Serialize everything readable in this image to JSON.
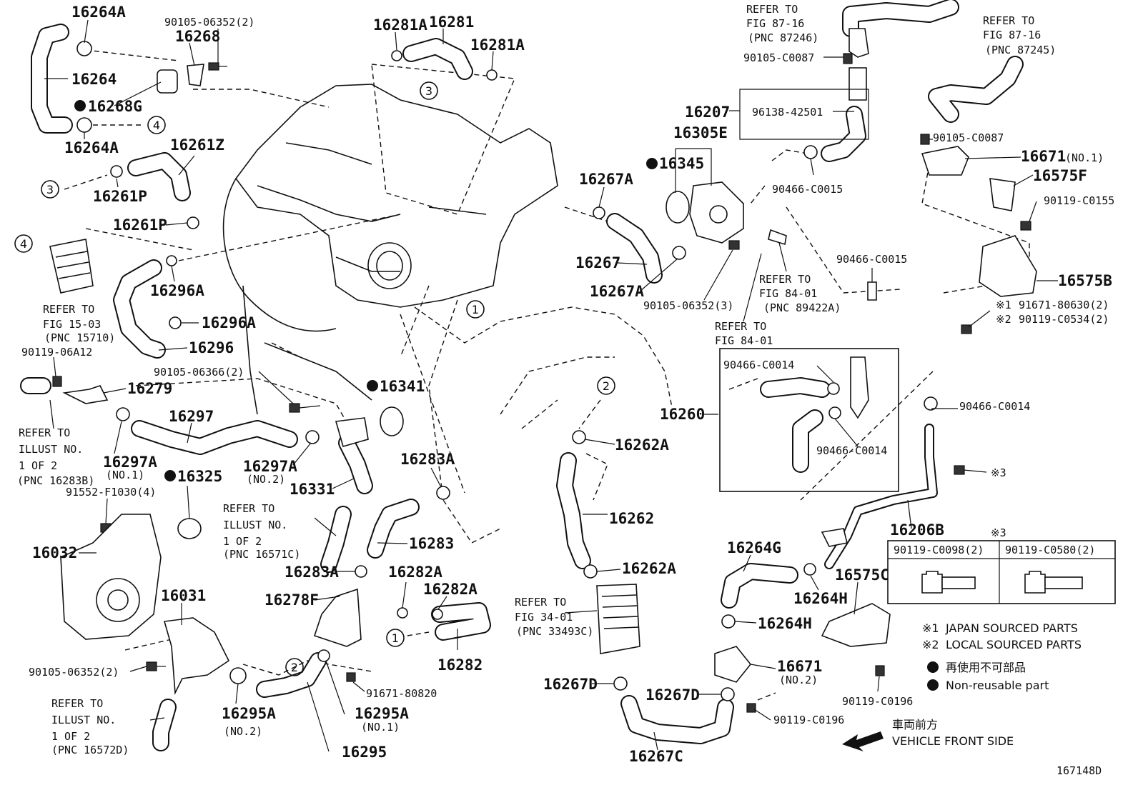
{
  "figure_code": "167148D",
  "parts": {
    "p16264A_top": "16264A",
    "p16268": "16268",
    "p90105_06352_2_top": "90105-06352(2)",
    "p16264": "16264",
    "p16268G": "16268G",
    "p16264A_bot": "16264A",
    "p16281A_l": "16281A",
    "p16281": "16281",
    "p16281A_r": "16281A",
    "p16261Z": "16261Z",
    "p16261P_a": "16261P",
    "p16261P_b": "16261P",
    "p16296A_a": "16296A",
    "p16296A_b": "16296A",
    "p16296": "16296",
    "p90119_06A12": "90119-06A12",
    "p16279": "16279",
    "p90105_06366_2": "90105-06366(2)",
    "p16341": "16341",
    "p16297": "16297",
    "p16297A_1": "16297A",
    "p16297A_1_sub": "(NO.1)",
    "p16297A_2": "16297A",
    "p16297A_2_sub": "(NO.2)",
    "p16331": "16331",
    "p16325": "16325",
    "p91552_F1030_4": "91552-F1030(4)",
    "p16032": "16032",
    "p16031": "16031",
    "p90105_06352_2_bot": "90105-06352(2)",
    "p16283A_a": "16283A",
    "p16283": "16283",
    "p16283A_b": "16283A",
    "p16282A_a": "16282A",
    "p16282A_b": "16282A",
    "p16278F": "16278F",
    "p16282": "16282",
    "p91671_80820": "91671-80820",
    "p16295A_1": "16295A",
    "p16295A_1_sub": "(NO.1)",
    "p16295A_2": "16295A",
    "p16295A_2_sub": "(NO.2)",
    "p16295": "16295",
    "p16207": "16207",
    "p96138_42501": "96138-42501",
    "p90105_C0087_top": "90105-C0087",
    "p16305E": "16305E",
    "p16345": "16345",
    "p16267A_a": "16267A",
    "p16267": "16267",
    "p16267A_b": "16267A",
    "p90105_06352_3": "90105-06352(3)",
    "p90466_C0015_a": "90466-C0015",
    "p90466_C0015_b": "90466-C0015",
    "p90105_C0087_r": "90105-C0087",
    "p16671_1": "16671",
    "p16671_1_sub": "(NO.1)",
    "p16575F": "16575F",
    "p90119_C0155": "90119-C0155",
    "p16575B": "16575B",
    "p91671_80630_2": "91671-80630(2)",
    "p90119_C0534_2": "90119-C0534(2)",
    "p90466_C0014_a": "90466-C0014",
    "p90466_C0014_b": "90466-C0014",
    "p90466_C0014_c": "90466-C0014",
    "p16260": "16260",
    "p16262A_a": "16262A",
    "p16262": "16262",
    "p16262A_b": "16262A",
    "p16206B": "16206B",
    "p16264G": "16264G",
    "p16264H_a": "16264H",
    "p16264H_b": "16264H",
    "p16575C": "16575C",
    "p16671_2": "16671",
    "p16671_2_sub": "(NO.2)",
    "p16267D_a": "16267D",
    "p16267D_b": "16267D",
    "p90119_C0196_a": "90119-C0196",
    "p90119_C0196_b": "90119-C0196",
    "p16267C": "16267C",
    "p_note3_mark": "※3"
  },
  "refs": {
    "r87_16a_l1": "REFER TO",
    "r87_16a_l2": "FIG 87-16",
    "r87_16a_l3": "(PNC 87246)",
    "r87_16b_l1": "REFER TO",
    "r87_16b_l2": "FIG 87-16",
    "r87_16b_l3": "(PNC 87245)",
    "r15_03_l1": "REFER TO",
    "r15_03_l2": "FIG 15-03",
    "r15_03_l3": "(PNC 15710)",
    "r84_01a_l1": "REFER TO",
    "r84_01a_l2": "FIG 84-01",
    "r84_01a_l3": "(PNC 89422A)",
    "r84_01b_l1": "REFER TO",
    "r84_01b_l2": "FIG 84-01",
    "r16283B_l1": "REFER TO",
    "r16283B_l2": "ILLUST NO.",
    "r16283B_l3": "1 OF 2",
    "r16283B_l4": "(PNC 16283B)",
    "r16571C_l1": "REFER TO",
    "r16571C_l2": "ILLUST NO.",
    "r16571C_l3": "1 OF 2",
    "r16571C_l4": "(PNC 16571C)",
    "r16572D_l1": "REFER TO",
    "r16572D_l2": "ILLUST NO.",
    "r16572D_l3": "1 OF 2",
    "r16572D_l4": "(PNC 16572D)",
    "r34_01_l1": "REFER TO",
    "r34_01_l2": "FIG 34-01",
    "r34_01_l3": "(PNC 33493C)"
  },
  "callouts": {
    "c1": "1",
    "c2": "2",
    "c3": "3",
    "c4": "4"
  },
  "bolt_table": {
    "mark": "※3",
    "col1": "90119-C0098(2)",
    "col2": "90119-C0580(2)"
  },
  "notes": {
    "n1_mark": "※1",
    "n1_text": "JAPAN SOURCED PARTS",
    "n2_mark": "※2",
    "n2_text": "LOCAL SOURCED PARTS",
    "n3_jp": "再使用不可部品",
    "n3_en": "Non-reusable part",
    "mark1": "※1",
    "mark2": "※2",
    "mark3": "※3"
  },
  "front": {
    "jp": "車両前方",
    "en": "VEHICLE FRONT SIDE"
  }
}
